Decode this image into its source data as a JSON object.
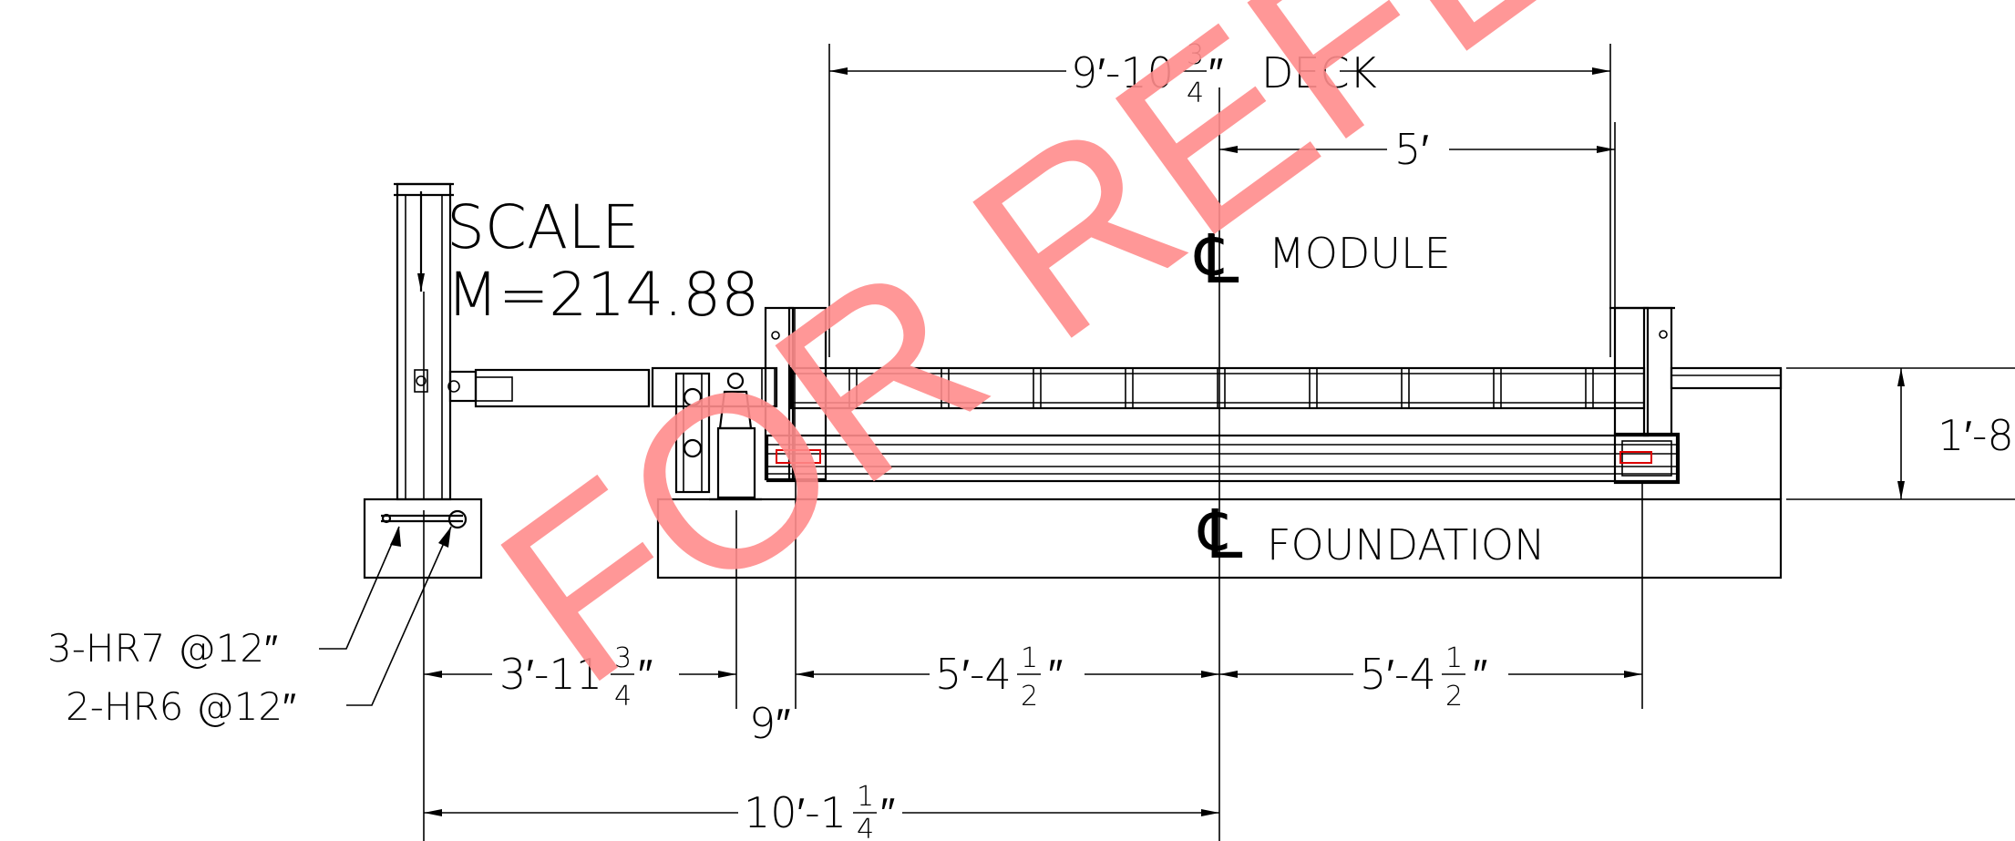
{
  "scale": {
    "line1": "SCALE",
    "line2": "M=214.88"
  },
  "labels": {
    "module": "MODULE",
    "foundation": "FOUNDATION",
    "centerline": "℄"
  },
  "dims": {
    "deck": {
      "whole": "9′-10",
      "num": "3",
      "den": "4",
      "unit": "″",
      "label": "DECK"
    },
    "five": "5′",
    "height": "1′-8",
    "left": {
      "whole": "3′-11",
      "num": "3",
      "den": "4",
      "unit": "″"
    },
    "nine": "9″",
    "mid1": {
      "whole": "5′-4",
      "num": "1",
      "den": "2",
      "unit": "″"
    },
    "mid2": {
      "whole": "5′-4",
      "num": "1",
      "den": "2",
      "unit": "″"
    },
    "bottom": {
      "whole": "10′-1",
      "num": "1",
      "den": "4",
      "unit": "″"
    }
  },
  "rebar": {
    "a": "3-HR7 @12″",
    "b": "2-HR6 @12″"
  },
  "watermark": "FOR REFE",
  "colors": {
    "watermark": "#ff8c8c",
    "line": "#000000",
    "accent": "#dd0000"
  }
}
